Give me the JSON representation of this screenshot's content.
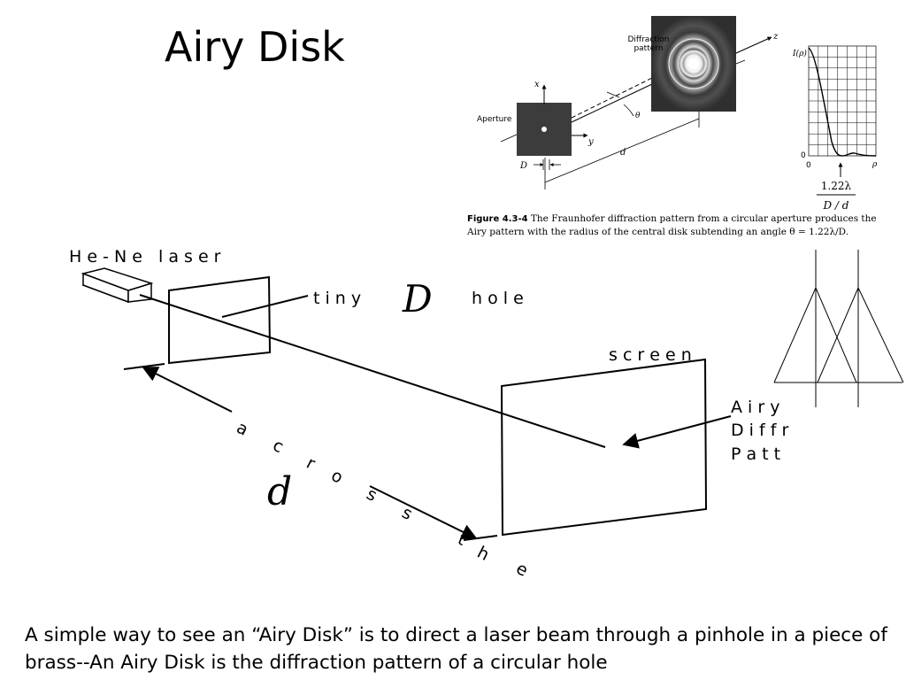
{
  "slide": {
    "title": "Airy Disk",
    "caption": "A simple way to see an “Airy Disk” is to direct a laser beam through a pinhole in a piece of brass--An Airy Disk is the diffraction pattern of a circular hole"
  },
  "textbook_figure": {
    "label_diffraction": "Diffraction",
    "label_pattern": "pattern",
    "label_aperture": "Aperture",
    "axis_x": "x",
    "axis_y": "y",
    "axis_z": "z",
    "label_theta": "θ",
    "label_d": "d",
    "label_D": "D",
    "plot_ylabel": "I(ρ)",
    "plot_xlabel": "ρ",
    "plot_origin_x": "0",
    "plot_origin_y": "0",
    "fraction_numerator": "1.22λ",
    "fraction_denominator": "D / d",
    "caption_bold": "Figure 4.3-4",
    "caption_text": "The Fraunhofer diffraction pattern from a circular aperture produces the Airy pattern with the radius of the central disk subtending an angle θ = 1.22λ/D."
  },
  "setup_diagram": {
    "laser_label": "H e - N e   l a s e r",
    "hole_label_1": "t i n y",
    "hole_symbol": "D",
    "hole_label_2": "h o l e",
    "screen_label": "s c r e e n",
    "pattern_line_1": "A i r y",
    "pattern_line_2": "D i f f r",
    "pattern_line_3": "P a t t",
    "distance_symbol": "d",
    "distance_chars": [
      "a",
      "c",
      "r",
      "o",
      "s",
      "s",
      "t",
      "h",
      "e"
    ]
  }
}
